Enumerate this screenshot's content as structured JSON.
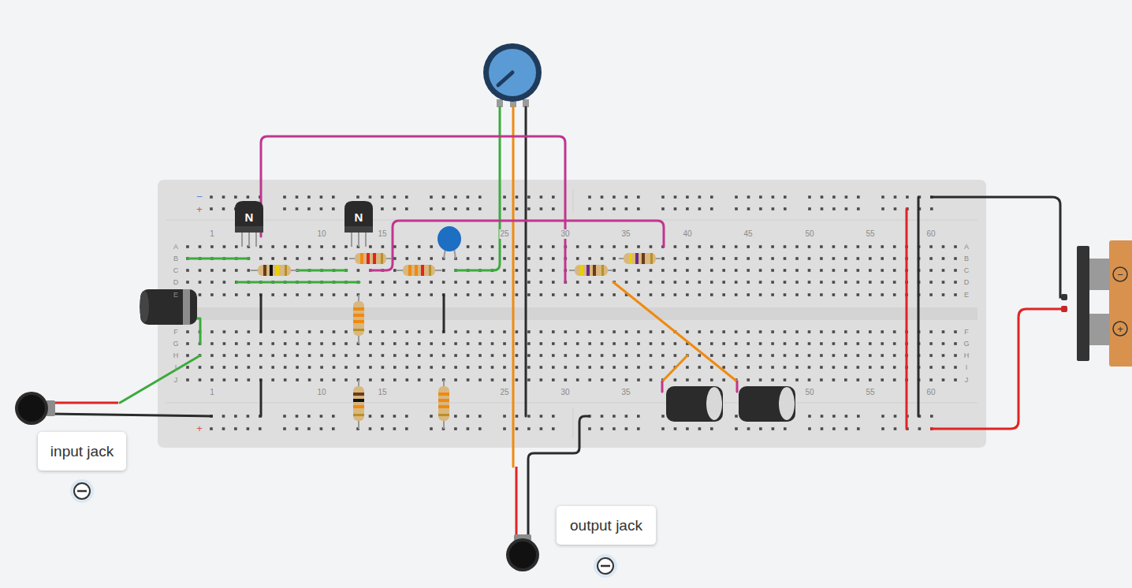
{
  "diagram": {
    "nodes": [
      {
        "text": [
          "N"
        ]
      },
      {
        "text": [
          "N"
        ]
      },
      {
        "text": [
          "input jack"
        ]
      },
      {
        "text": [
          "output jack"
        ]
      }
    ],
    "labels": [
      "1",
      "10",
      "15",
      "25",
      "30",
      "35",
      "40",
      "45",
      "50",
      "55",
      "60",
      "A",
      "B",
      "C",
      "D",
      "E",
      "F",
      "G",
      "H",
      "I",
      "J",
      "A",
      "B",
      "C",
      "D",
      "E",
      "F",
      "G",
      "H",
      "I",
      "J",
      "1",
      "10",
      "15",
      "25",
      "30",
      "35",
      "50",
      "55",
      "60",
      "−",
      "+",
      "+",
      "−",
      "+"
    ]
  }
}
